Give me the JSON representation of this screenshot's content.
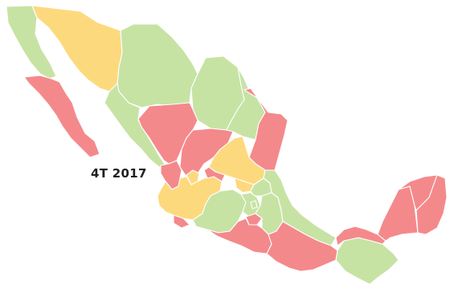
{
  "period_label": "4T 2017",
  "palette": {
    "green": "#c6e3a4",
    "yellow": "#fdd97e",
    "red": "#f4898b"
  },
  "regions": [
    {
      "name": "baja-california",
      "color": "green"
    },
    {
      "name": "baja-california-sur",
      "color": "red"
    },
    {
      "name": "sonora",
      "color": "yellow"
    },
    {
      "name": "chihuahua",
      "color": "green"
    },
    {
      "name": "coahuila",
      "color": "green"
    },
    {
      "name": "nuevo-leon",
      "color": "green"
    },
    {
      "name": "tamaulipas",
      "color": "red"
    },
    {
      "name": "sinaloa",
      "color": "green"
    },
    {
      "name": "durango",
      "color": "red"
    },
    {
      "name": "zacatecas",
      "color": "red"
    },
    {
      "name": "nayarit",
      "color": "red"
    },
    {
      "name": "aguascalientes",
      "color": "yellow"
    },
    {
      "name": "san-luis-potosi",
      "color": "yellow"
    },
    {
      "name": "jalisco",
      "color": "yellow"
    },
    {
      "name": "guanajuato",
      "color": "red"
    },
    {
      "name": "queretaro",
      "color": "yellow"
    },
    {
      "name": "hidalgo",
      "color": "green"
    },
    {
      "name": "colima",
      "color": "red"
    },
    {
      "name": "michoacan",
      "color": "green"
    },
    {
      "name": "estado-de-mexico",
      "color": "green"
    },
    {
      "name": "cdmx",
      "color": "green"
    },
    {
      "name": "morelos",
      "color": "red"
    },
    {
      "name": "tlaxcala",
      "color": "green"
    },
    {
      "name": "puebla",
      "color": "green"
    },
    {
      "name": "veracruz",
      "color": "green"
    },
    {
      "name": "guerrero",
      "color": "red"
    },
    {
      "name": "oaxaca",
      "color": "red"
    },
    {
      "name": "chiapas",
      "color": "green"
    },
    {
      "name": "tabasco",
      "color": "red"
    },
    {
      "name": "campeche",
      "color": "red"
    },
    {
      "name": "yucatan",
      "color": "red"
    },
    {
      "name": "quintana-roo",
      "color": "red"
    }
  ]
}
